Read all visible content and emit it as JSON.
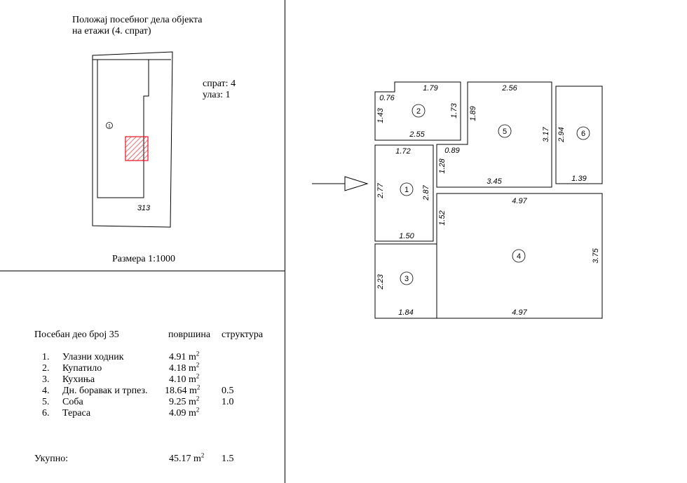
{
  "location": {
    "title_line1": "Положај посебног дела објекта",
    "title_line2": "на етажи (4. спрат)",
    "floor": "спрат: 4",
    "entrance": "улаз: 1",
    "parcel_label": "313",
    "building_label": "1",
    "scale": "Размера 1:1000"
  },
  "table": {
    "heading": "Посебан део број  35",
    "col_area": "површина",
    "col_structure": "структура",
    "unit": "m",
    "unit_exp": "2",
    "rows": [
      {
        "num": "1.",
        "name": "Улазни ходник",
        "area": "4.91",
        "structure": ""
      },
      {
        "num": "2.",
        "name": "Купатило",
        "area": "4.18",
        "structure": ""
      },
      {
        "num": "3.",
        "name": "Кухиња",
        "area": "4.10",
        "structure": ""
      },
      {
        "num": "4.",
        "name": "Дн. боравак и трпез.",
        "area": "18.64",
        "structure": "0.5"
      },
      {
        "num": "5.",
        "name": "Соба",
        "area": "9.25",
        "structure": "1.0"
      },
      {
        "num": "6.",
        "name": "Тераса",
        "area": "4.09",
        "structure": ""
      }
    ],
    "total_label": "Укупно:",
    "total_area": "45.17",
    "total_structure": "1.5"
  },
  "plan": {
    "rooms": [
      "1",
      "2",
      "3",
      "4",
      "5",
      "6"
    ],
    "dims": {
      "r2_top_a": "0.76",
      "r2_top_b": "1.79",
      "r2_left": "1.43",
      "r2_right": "1.73",
      "r2_bottom": "2.55",
      "r5_top": "2.56",
      "r5_left": "1.89",
      "r5_right": "3.17",
      "r5_bottom": "3.45",
      "r5_notch_w": "0.89",
      "r5_notch_h": "1.28",
      "r6_left": "2.94",
      "r6_bottom": "1.39",
      "r1_top": "1.72",
      "r1_left": "2.77",
      "r1_right": "2.87",
      "r1_bottom": "1.50",
      "r4_top": "4.97",
      "r4_left": "1.52",
      "r4_right": "3.75",
      "r4_bottom": "4.97",
      "r3_left": "2.23",
      "r3_bottom": "1.84"
    }
  },
  "colors": {
    "highlight": "#e8101a",
    "line": "#000000"
  }
}
